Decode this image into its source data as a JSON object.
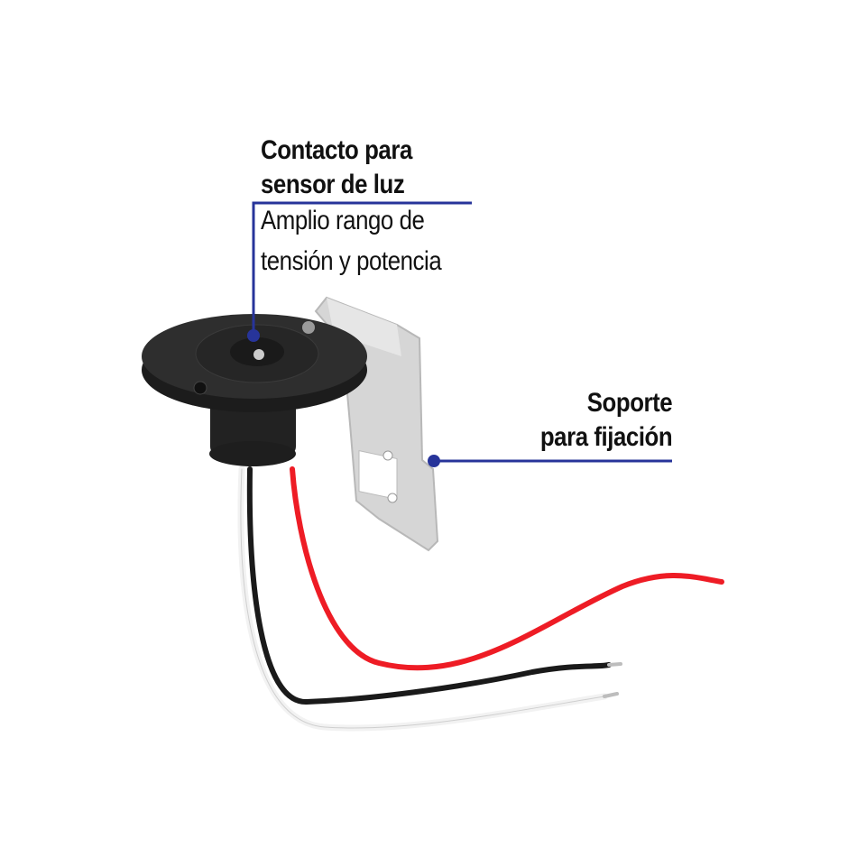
{
  "callouts": [
    {
      "title_lines": [
        "Contacto para",
        "sensor de luz"
      ],
      "subtitle_lines": [
        "Amplio rango de",
        "tensión y potencia"
      ]
    },
    {
      "title_lines": [
        "Soporte",
        "para fijación"
      ]
    }
  ],
  "colors": {
    "leader_line": "#27349a",
    "text": "#111111",
    "wire_red": "#ee1c25",
    "wire_black": "#1a1a1a",
    "wire_white": "#f4f4f4",
    "receptacle": "#2a2a2a",
    "bracket": "#d8d8d8"
  }
}
